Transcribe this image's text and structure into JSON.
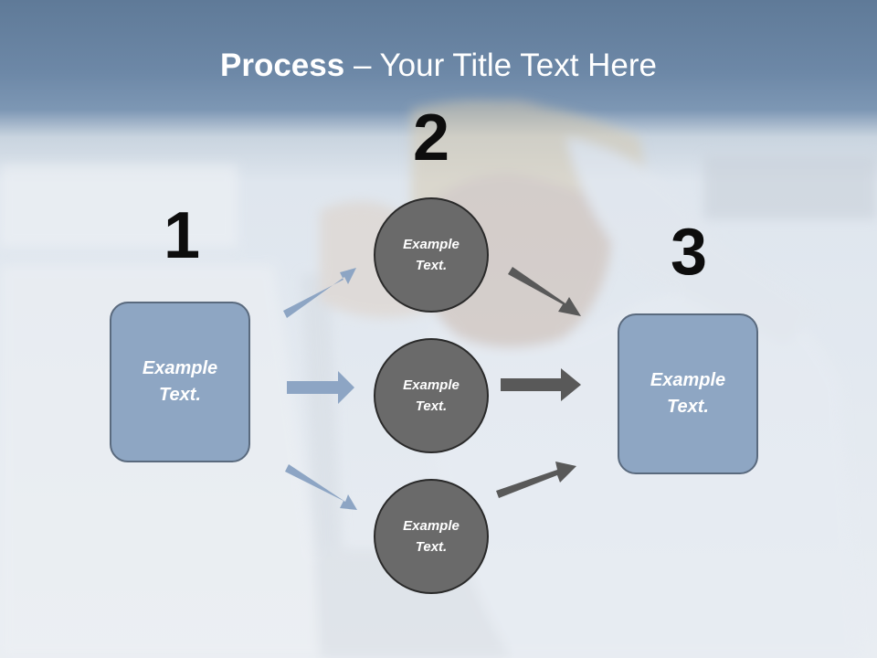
{
  "slide": {
    "title_bold": "Process",
    "title_rest": " – Your Title Text Here",
    "colors": {
      "box_fill": "#8ea6c3",
      "circle_fill": "#6a6a6a",
      "blue_arrow": "#8da5c4",
      "dark_arrow": "#595959"
    }
  },
  "diagram": {
    "steps": [
      {
        "number": "1",
        "boxes": [
          {
            "label": "Example Text."
          }
        ]
      },
      {
        "number": "2",
        "circles": [
          {
            "label": "Example Text."
          },
          {
            "label": "Example Text."
          },
          {
            "label": "Example Text."
          }
        ]
      },
      {
        "number": "3",
        "boxes": [
          {
            "label": "Example Text."
          }
        ]
      }
    ]
  }
}
